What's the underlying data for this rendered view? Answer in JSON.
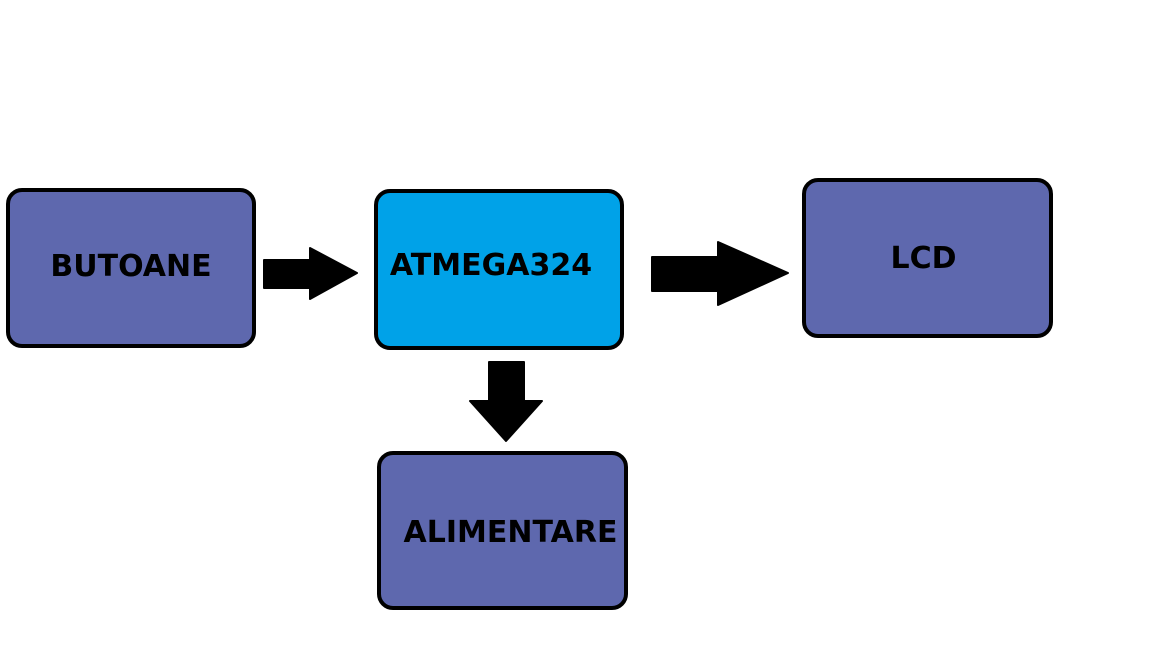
{
  "diagram": {
    "blocks": {
      "butoane": {
        "label": "BUTOANE",
        "color": "#5e68ae"
      },
      "atmega": {
        "label": "ATMEGA324",
        "color": "#00a2e8"
      },
      "lcd": {
        "label": "LCD",
        "color": "#5e68ae"
      },
      "alimentare": {
        "label": "ALIMENTARE",
        "color": "#5e68ae"
      }
    },
    "arrow_color": "#000000",
    "border_color": "#000000"
  }
}
